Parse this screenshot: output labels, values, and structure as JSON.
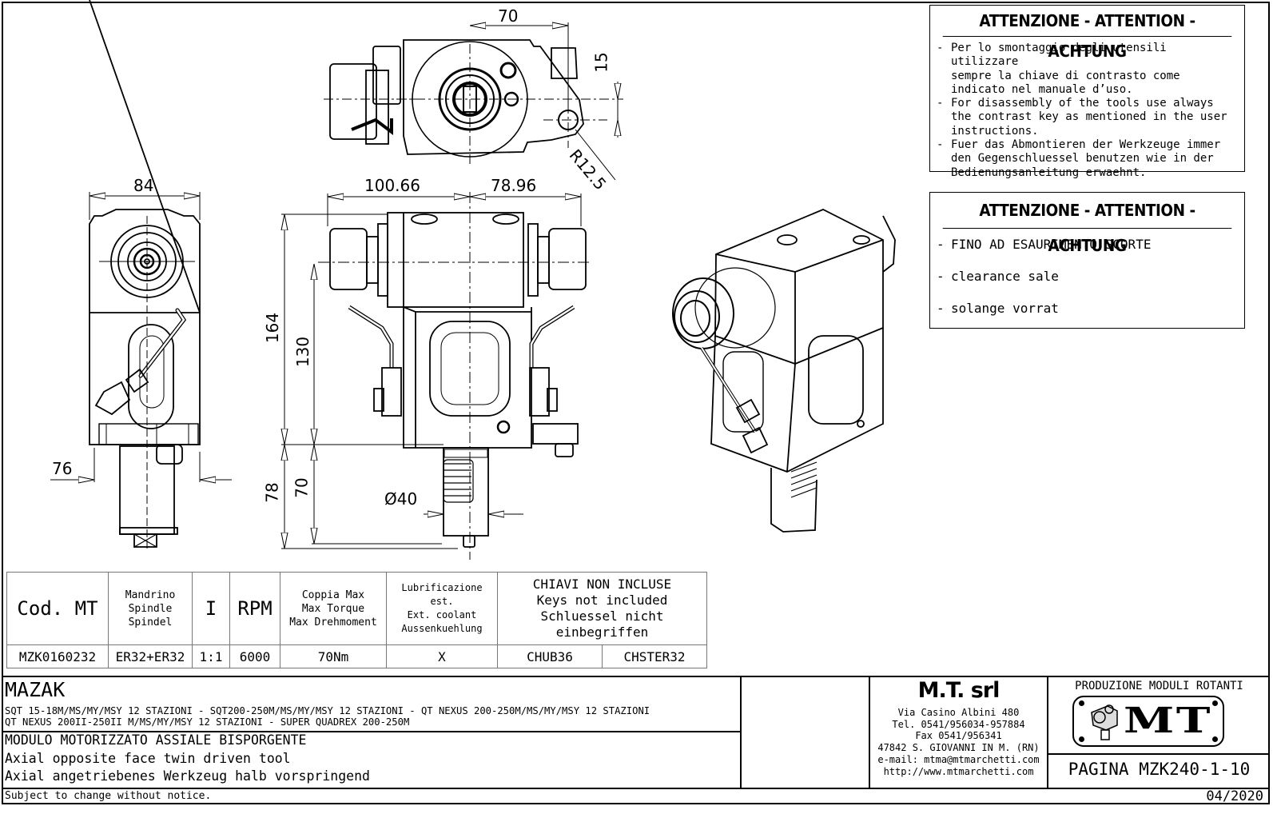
{
  "notes": [
    {
      "header": "ATTENZIONE - ATTENTION - ACHTUNG",
      "items": [
        {
          "lines": [
            "Per lo smontaggio degli utensili utilizzare",
            "sempre la chiave di contrasto come",
            "indicato nel manuale d’uso."
          ]
        },
        {
          "lines": [
            "For disassembly of the tools use always",
            "the contrast key as mentioned in the user",
            "instructions."
          ]
        },
        {
          "lines": [
            "Fuer das Abmontieren der Werkzeuge immer",
            "den Gegenschluessel benutzen wie in der",
            "Bedienungsanleitung erwaehnt."
          ]
        }
      ]
    },
    {
      "header": "ATTENZIONE - ATTENTION - ACHTUNG",
      "items": [
        "FINO AD ESAURIMENTO SCORTE",
        "clearance sale",
        "solange vorrat"
      ]
    }
  ],
  "dimensions": {
    "top_view_width": "70",
    "top_view_offset": "15",
    "top_view_radius": "R12.5",
    "side_view_width": "84",
    "side_view_shank": "76",
    "front_left": "100.66",
    "front_right": "78.96",
    "height_total": "164",
    "height_axis": "130",
    "shank_length_total": "78",
    "shank_length": "70",
    "shank_diameter": "Ø40"
  },
  "spec_table": {
    "headers": {
      "code": "Cod. MT",
      "spindle": [
        "Mandrino",
        "Spindle",
        "Spindel"
      ],
      "ratio": "I",
      "rpm": "RPM",
      "torque": [
        "Coppia Max",
        "Max Torque",
        "Max Drehmoment"
      ],
      "coolant": [
        "Lubrificazione est.",
        "Ext. coolant",
        "Aussenkuehlung"
      ],
      "keys": [
        "CHIAVI NON INCLUSE",
        "Keys not included",
        "Schluessel nicht einbegriffen"
      ]
    },
    "row": {
      "code": "MZK0160232",
      "spindle": "ER32+ER32",
      "ratio": "1:1",
      "rpm": "6000",
      "torque": "70Nm",
      "coolant": "X",
      "key1": "CHUB36",
      "key2": "CHSTER32"
    }
  },
  "title_block": {
    "machine": "MAZAK",
    "models": [
      "SQT 15-18M/MS/MY/MSY 12 STAZIONI - SQT200-250M/MS/MY/MSY 12 STAZIONI - QT NEXUS 200-250M/MS/MY/MSY 12 STAZIONI",
      "QT NEXUS 200II-250II M/MS/MY/MSY 12 STAZIONI - SUPER QUADREX 200-250M"
    ],
    "description": [
      "MODULO MOTORIZZATO ASSIALE BISPORGENTE",
      "Axial opposite face twin driven tool",
      "Axial angetriebenes Werkzeug halb vorspringend"
    ],
    "company": {
      "name": "M.T. srl",
      "address": [
        "Via Casino Albini 480",
        "Tel. 0541/956034-957884",
        "Fax 0541/956341",
        "47842 S. GIOVANNI IN M. (RN)",
        "e-mail: mtma@mtmarchetti.com",
        "http://www.mtmarchetti.com"
      ]
    },
    "production_label": "PRODUZIONE MODULI ROTANTI",
    "logo_text": "MT",
    "page": "PAGINA MZK240-1-10"
  },
  "footer": {
    "disclaimer": "Subject to change without notice.",
    "date": "04/2020"
  }
}
